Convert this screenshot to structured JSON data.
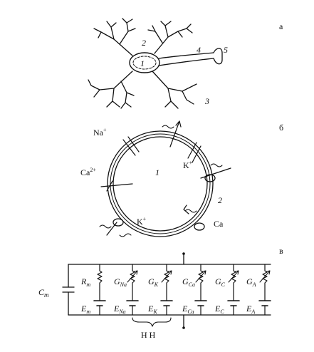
{
  "panels": {
    "a": {
      "letter": "а",
      "labels": {
        "n1": "1",
        "n2": "2",
        "n3": "3",
        "n4": "4",
        "n5": "5"
      }
    },
    "b": {
      "letter": "б",
      "labels": {
        "na": "Na",
        "na_sup": "+",
        "ca2": "Ca",
        "ca2_sup": "2+",
        "k_top": "K",
        "k_top_sup": "+",
        "k_bot": "K",
        "k_bot_sup": "+",
        "ca": "Ca",
        "n1": "1",
        "n2": "2"
      }
    },
    "v": {
      "letter": "в",
      "cm": {
        "main": "C",
        "sub": "m"
      },
      "branches": [
        {
          "g": "R",
          "g_sub": "m",
          "e": "E",
          "e_sub": "m"
        },
        {
          "g": "G",
          "g_sub": "Na",
          "e": "E",
          "e_sub": "Na"
        },
        {
          "g": "G",
          "g_sub": "K",
          "e": "E",
          "e_sub": "K"
        },
        {
          "g": "G",
          "g_sub": "Ca",
          "e": "E",
          "e_sub": "Ca"
        },
        {
          "g": "G",
          "g_sub": "C",
          "e": "E",
          "e_sub": "C"
        },
        {
          "g": "G",
          "g_sub": "A",
          "e": "E",
          "e_sub": "A"
        }
      ],
      "brace_label": "Н Н"
    }
  }
}
